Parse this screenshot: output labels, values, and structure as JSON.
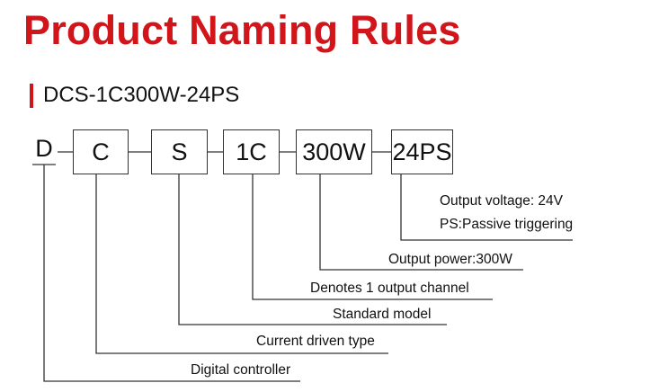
{
  "title": "Product Naming Rules",
  "subtitle": "DCS-1C300W-24PS",
  "accent_color": "#d0151b",
  "code_segments": [
    {
      "text": "D",
      "boxed": false
    },
    {
      "text": "C",
      "boxed": true
    },
    {
      "text": "S",
      "boxed": true
    },
    {
      "text": "1C",
      "boxed": true
    },
    {
      "text": "300W",
      "boxed": true
    },
    {
      "text": "24PS",
      "boxed": true
    }
  ],
  "descriptions": {
    "output_voltage": "Output voltage: 24V",
    "passive_triggering": "PS:Passive triggering",
    "output_power": "Output power:300W",
    "output_channel": "Denotes 1 output channel",
    "standard_model": "Standard model",
    "current_driven": "Current driven type",
    "digital_controller": "Digital controller"
  }
}
